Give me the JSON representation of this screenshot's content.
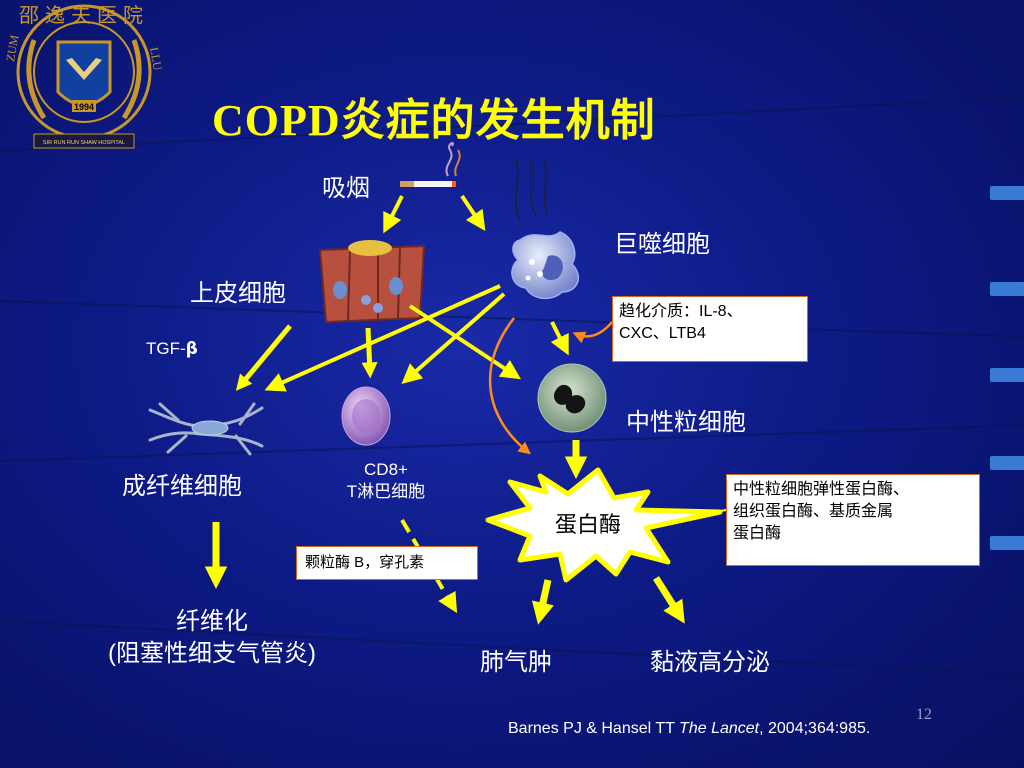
{
  "title": "COPD炎症的发生机制",
  "logo": {
    "ring_text_top": "邵逸夫医院",
    "ring_text_left": "ZUM",
    "ring_text_right": "LLU",
    "year": "1994",
    "ribbon": "SIR RUN RUN SHAW HOSPITAL"
  },
  "nodes": {
    "smoking": "吸烟",
    "macrophage": "巨噬细胞",
    "epithelial": "上皮细胞",
    "tgf_prefix": "TGF-",
    "tgf_beta": "β",
    "neutrophil": "中性粒细胞",
    "fibroblast": "成纤维细胞",
    "cd8_line1": "CD8+",
    "cd8_line2": "T淋巴细胞",
    "protease": "蛋白酶",
    "fibrosis_line1": "纤维化",
    "fibrosis_line2": "(阻塞性细支气管炎)",
    "emphysema": "肺气肿",
    "mucus": "黏液高分泌"
  },
  "boxes": {
    "chemotactic_line1": "趋化介质：IL-8、",
    "chemotactic_line2": "CXC、LTB4",
    "neutrophil_enzymes_line1": "中性粒细胞弹性蛋白酶、",
    "neutrophil_enzymes_line2": "组织蛋白酶、基质金属",
    "neutrophil_enzymes_line3": "蛋白酶",
    "granzyme": "颗粒酶 B，穿孔素"
  },
  "page_number": "12",
  "citation": {
    "authors": "Barnes PJ & Hansel TT ",
    "journal": "The Lancet",
    "rest": ", 2004;364:985."
  },
  "colors": {
    "background": "#0d1a85",
    "title": "#ffff00",
    "arrow": "#ffff00",
    "orange_arrow": "#ff8c1a",
    "label": "#ffffff",
    "box_border": "#d2691e"
  }
}
